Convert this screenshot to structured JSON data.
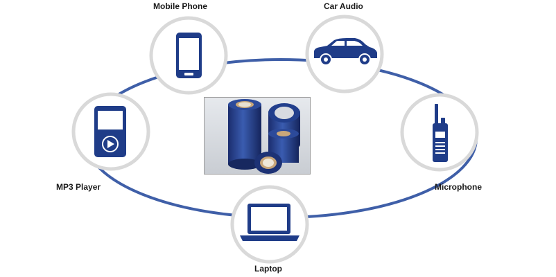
{
  "diagram": {
    "colors": {
      "ring": "#3f5fa8",
      "circle_border": "#d9d9d9",
      "icon": "#1f3c88",
      "label_text": "#1a1a1a"
    },
    "center_image": {
      "icon": "tape-rolls-photo"
    },
    "nodes": [
      {
        "label": "Mobile Phone",
        "icon": "mobile-phone-icon"
      },
      {
        "label": "Car Audio",
        "icon": "car-icon"
      },
      {
        "label": "MP3 Player",
        "icon": "mp3-player-icon"
      },
      {
        "label": "Microphone",
        "icon": "walkie-talkie-icon"
      },
      {
        "label": "Laptop",
        "icon": "laptop-icon"
      }
    ]
  }
}
